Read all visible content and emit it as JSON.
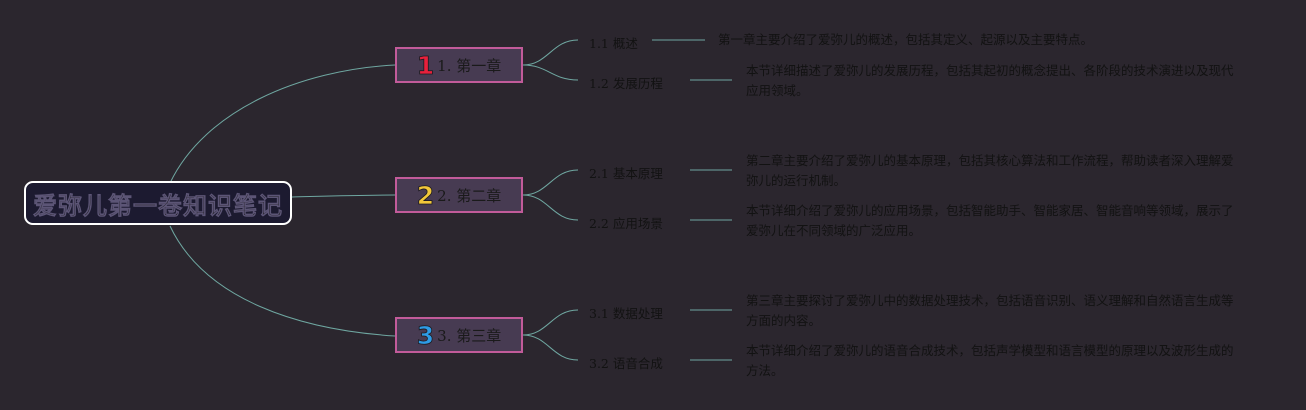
{
  "root": {
    "title": "爱弥儿第一卷知识笔记"
  },
  "chapters": [
    {
      "badge": "1",
      "badge_color": "#e8203c",
      "label": "1. 第一章",
      "sections": [
        {
          "label": "1.1 概述",
          "desc": "第一章主要介绍了爱弥儿的概述，包括其定义、起源以及主要特点。"
        },
        {
          "label": "1.2 发展历程",
          "desc": "本节详细描述了爱弥儿的发展历程，包括其起初的概念提出、各阶段的技术演进以及现代应用领域。"
        }
      ]
    },
    {
      "badge": "2",
      "badge_color": "#f2c73a",
      "label": "2. 第二章",
      "sections": [
        {
          "label": "2.1 基本原理",
          "desc": "第二章主要介绍了爱弥儿的基本原理，包括其核心算法和工作流程，帮助读者深入理解爱弥儿的运行机制。"
        },
        {
          "label": "2.2 应用场景",
          "desc": "本节详细介绍了爱弥儿的应用场景，包括智能助手、智能家居、智能音响等领域，展示了爱弥儿在不同领域的广泛应用。"
        }
      ]
    },
    {
      "badge": "3",
      "badge_color": "#2e9be6",
      "label": "3. 第三章",
      "sections": [
        {
          "label": "3.1 数据处理",
          "desc": "第三章主要探讨了爱弥儿中的数据处理技术，包括语音识别、语义理解和自然语言生成等方面的内容。"
        },
        {
          "label": "3.2 语音合成",
          "desc": "本节详细介绍了爱弥儿的语音合成技术，包括声学模型和语言模型的原理以及波形生成的方法。"
        }
      ]
    }
  ],
  "colors": {
    "connector": "#6fa7a1"
  }
}
